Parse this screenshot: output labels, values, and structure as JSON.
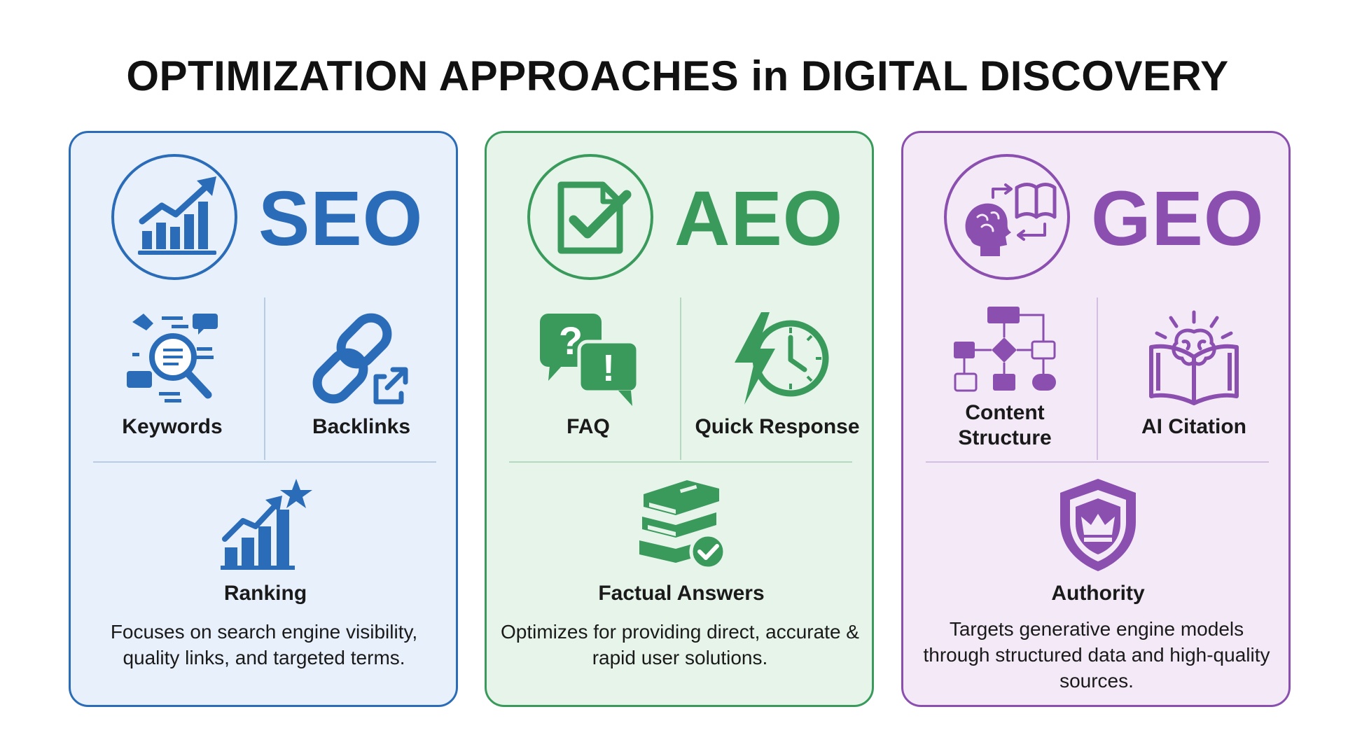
{
  "title": "OPTIMIZATION APPROACHES in DIGITAL DISCOVERY",
  "colors": {
    "seo": "#2b6cb8",
    "aeo": "#3a9a5c",
    "geo": "#8b4fb0"
  },
  "cards": {
    "seo": {
      "label": "SEO",
      "hero_icon": "growth-chart-icon",
      "items": [
        {
          "label": "Keywords",
          "icon": "keyword-search-icon"
        },
        {
          "label": "Backlinks",
          "icon": "chain-link-icon"
        },
        {
          "label": "Ranking",
          "icon": "ranking-star-icon"
        }
      ],
      "description": "Focuses on search engine visibility, quality links, and targeted terms."
    },
    "aeo": {
      "label": "AEO",
      "hero_icon": "checklist-document-icon",
      "items": [
        {
          "label": "FAQ",
          "icon": "question-bubbles-icon"
        },
        {
          "label": "Quick Response",
          "icon": "lightning-clock-icon"
        },
        {
          "label": "Factual Answers",
          "icon": "verified-books-icon"
        }
      ],
      "description": "Optimizes for providing direct, accurate & rapid user solutions."
    },
    "geo": {
      "label": "GEO",
      "hero_icon": "brain-book-icon",
      "items": [
        {
          "label": "Content Structure",
          "icon": "flowchart-icon"
        },
        {
          "label": "AI Citation",
          "icon": "brain-book-open-icon"
        },
        {
          "label": "Authority",
          "icon": "crown-shield-icon"
        }
      ],
      "description": "Targets generative engine models through structured data and high-quality sources."
    }
  }
}
